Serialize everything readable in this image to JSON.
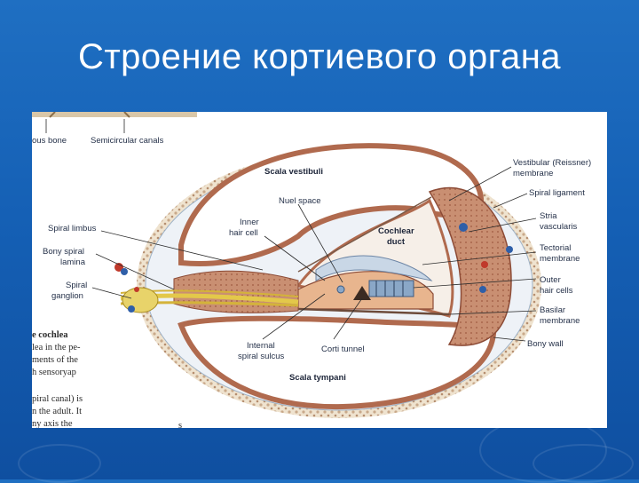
{
  "slide": {
    "title": "Строение кортиевого органа"
  },
  "figure": {
    "top_labels": {
      "bone": "ous bone",
      "canals": "Semicircular canals"
    },
    "labels": {
      "scala_vestibuli": "Scala vestibuli",
      "scala_tympani": "Scala tympani",
      "nuel_space": "Nuel space",
      "inner_hair_cell_1": "Inner",
      "inner_hair_cell_2": "hair cell",
      "cochlear_duct_1": "Cochlear",
      "cochlear_duct_2": "duct",
      "spiral_limbus": "Spiral limbus",
      "bony_spiral_lamina_1": "Bony spiral",
      "bony_spiral_lamina_2": "lamina",
      "spiral_ganglion_1": "Spiral",
      "spiral_ganglion_2": "ganglion",
      "internal_spiral_sulcus_1": "Internal",
      "internal_spiral_sulcus_2": "spiral sulcus",
      "corti_tunnel": "Corti tunnel",
      "vestibular_membrane_1": "Vestibular (Reissner)",
      "vestibular_membrane_2": "membrane",
      "spiral_ligament": "Spiral ligament",
      "stria_vascularis_1": "Stria",
      "stria_vascularis_2": "vascularis",
      "tectorial_membrane_1": "Tectorial",
      "tectorial_membrane_2": "membrane",
      "outer_hair_cells_1": "Outer",
      "outer_hair_cells_2": "hair cells",
      "basilar_membrane_1": "Basilar",
      "basilar_membrane_2": "membrane",
      "bony_wall": "Bony wall"
    },
    "side_text": {
      "heading": "e cochlea",
      "line1": "lea in the pe-",
      "line2": "ments of the",
      "line3": "h sensoryap",
      "line4": "piral canal) is",
      "line5": "n the adult. It",
      "line6": "ny  axis  the",
      "fragment": "s"
    }
  }
}
